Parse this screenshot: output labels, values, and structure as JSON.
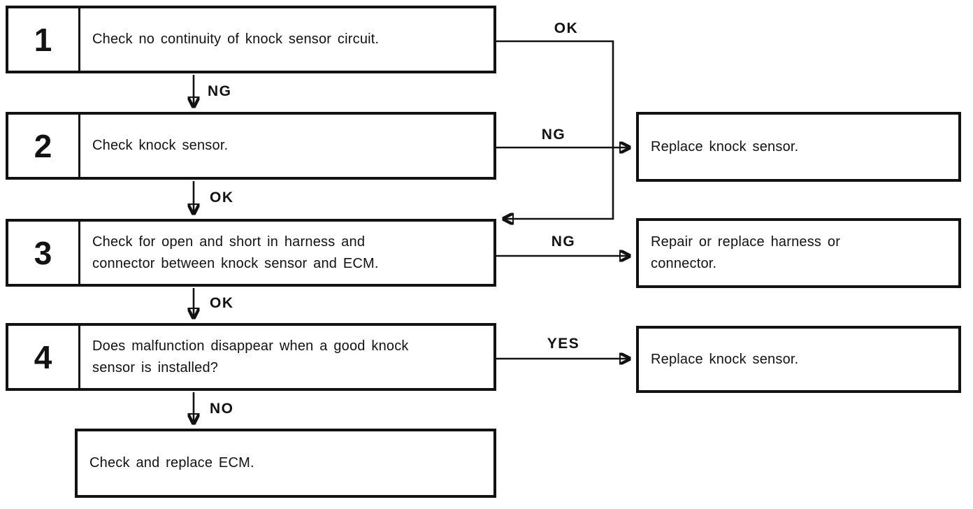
{
  "steps": [
    {
      "number": "1",
      "text": "Check no continuity of knock sensor circuit."
    },
    {
      "number": "2",
      "text": "Check knock sensor."
    },
    {
      "number": "3",
      "text": "Check for open and short in harness and\nconnector between knock sensor and ECM."
    },
    {
      "number": "4",
      "text": "Does malfunction disappear when a good knock\nsensor is installed?"
    }
  ],
  "final_step": {
    "text": "Check and replace ECM."
  },
  "results": [
    {
      "text": "Replace knock sensor."
    },
    {
      "text": "Repair or replace harness or\nconnector."
    },
    {
      "text": "Replace knock sensor."
    }
  ],
  "labels": {
    "step1_down": "NG",
    "step1_right": "OK",
    "step2_down": "OK",
    "step2_right": "NG",
    "step3_down": "OK",
    "step3_right": "NG",
    "step4_down": "NO",
    "step4_right": "YES"
  },
  "colors": {
    "line": "#121212",
    "background": "#ffffff",
    "text": "#121212"
  }
}
